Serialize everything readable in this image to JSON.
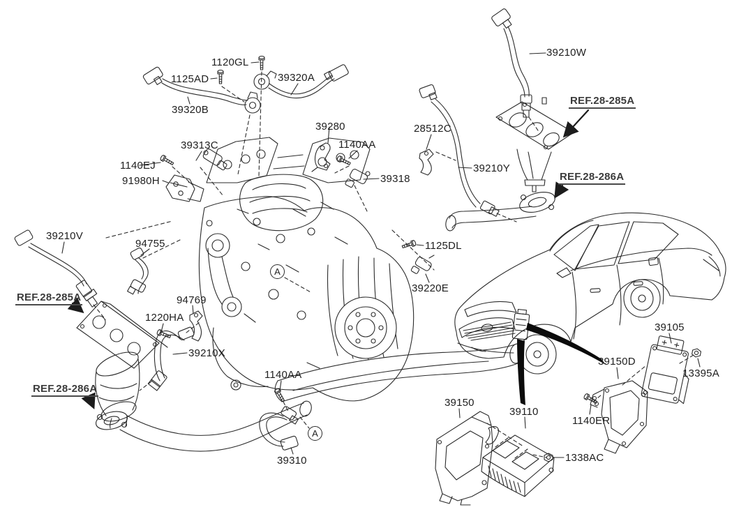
{
  "diagram": {
    "type": "exploded-parts-diagram",
    "background_color": "#ffffff",
    "line_color": "#2b2b2b",
    "label_color": "#1f1f1f",
    "ref_underline_color": "#4a4a4a",
    "arrow_color": "#111111"
  },
  "callout": {
    "letter": "A"
  },
  "labels": [
    {
      "id": "1120GL",
      "kind": "part",
      "text": "1120GL"
    },
    {
      "id": "1125AD",
      "kind": "part",
      "text": "1125AD"
    },
    {
      "id": "39320A",
      "kind": "part",
      "text": "39320A"
    },
    {
      "id": "39320B",
      "kind": "part",
      "text": "39320B"
    },
    {
      "id": "39280",
      "kind": "part",
      "text": "39280"
    },
    {
      "id": "1140AA-top",
      "kind": "part",
      "text": "1140AA"
    },
    {
      "id": "39313C",
      "kind": "part",
      "text": "39313C"
    },
    {
      "id": "1140EJ",
      "kind": "part",
      "text": "1140EJ"
    },
    {
      "id": "91980H",
      "kind": "part",
      "text": "91980H"
    },
    {
      "id": "39318",
      "kind": "part",
      "text": "39318"
    },
    {
      "id": "28512C",
      "kind": "part",
      "text": "28512C"
    },
    {
      "id": "39210Y",
      "kind": "part",
      "text": "39210Y"
    },
    {
      "id": "39210W",
      "kind": "part",
      "text": "39210W"
    },
    {
      "id": "ref-28-285A-right",
      "kind": "ref",
      "text": "REF.28-285A"
    },
    {
      "id": "ref-28-286A-right",
      "kind": "ref",
      "text": "REF.28-286A"
    },
    {
      "id": "1125DL",
      "kind": "part",
      "text": "1125DL"
    },
    {
      "id": "39220E",
      "kind": "part",
      "text": "39220E"
    },
    {
      "id": "39210V",
      "kind": "part",
      "text": "39210V"
    },
    {
      "id": "94755",
      "kind": "part",
      "text": "94755"
    },
    {
      "id": "ref-28-285A-left",
      "kind": "ref",
      "text": "REF.28-285A"
    },
    {
      "id": "1220HA",
      "kind": "part",
      "text": "1220HA"
    },
    {
      "id": "94769",
      "kind": "part",
      "text": "94769"
    },
    {
      "id": "39210X",
      "kind": "part",
      "text": "39210X"
    },
    {
      "id": "ref-28-286A-left",
      "kind": "ref",
      "text": "REF.28-286A"
    },
    {
      "id": "1140AA-bottom",
      "kind": "part",
      "text": "1140AA"
    },
    {
      "id": "39310",
      "kind": "part",
      "text": "39310"
    },
    {
      "id": "39150",
      "kind": "part",
      "text": "39150"
    },
    {
      "id": "39110",
      "kind": "part",
      "text": "39110"
    },
    {
      "id": "1140ER",
      "kind": "part",
      "text": "1140ER"
    },
    {
      "id": "1338AC",
      "kind": "part",
      "text": "1338AC"
    },
    {
      "id": "39150D",
      "kind": "part",
      "text": "39150D"
    },
    {
      "id": "39105",
      "kind": "part",
      "text": "39105"
    },
    {
      "id": "13395A",
      "kind": "part",
      "text": "13395A"
    }
  ]
}
